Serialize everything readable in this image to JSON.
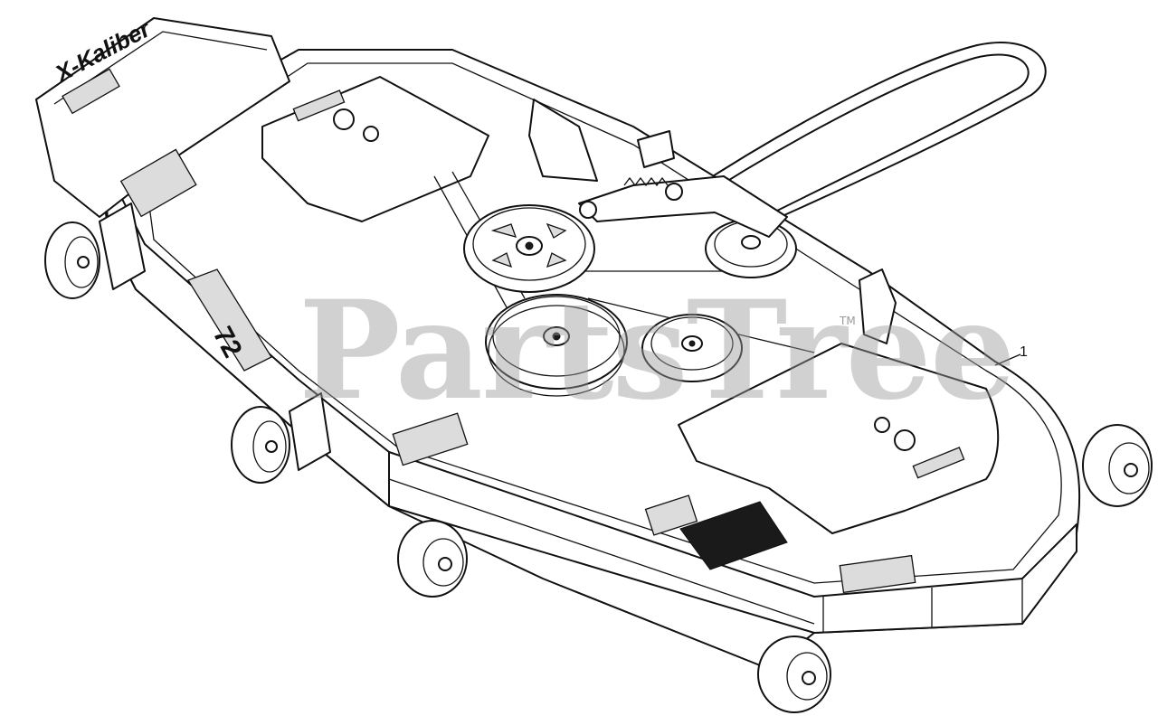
{
  "diagram": {
    "watermark": "PartsTree",
    "trademark": "TM",
    "callouts": [
      {
        "label": "1"
      }
    ],
    "deck_marking": "72",
    "brand_marking": "X-Kaliber"
  },
  "colors": {
    "line": "#111111",
    "fill": "#ffffff",
    "watermark": "#9a9a9a"
  }
}
